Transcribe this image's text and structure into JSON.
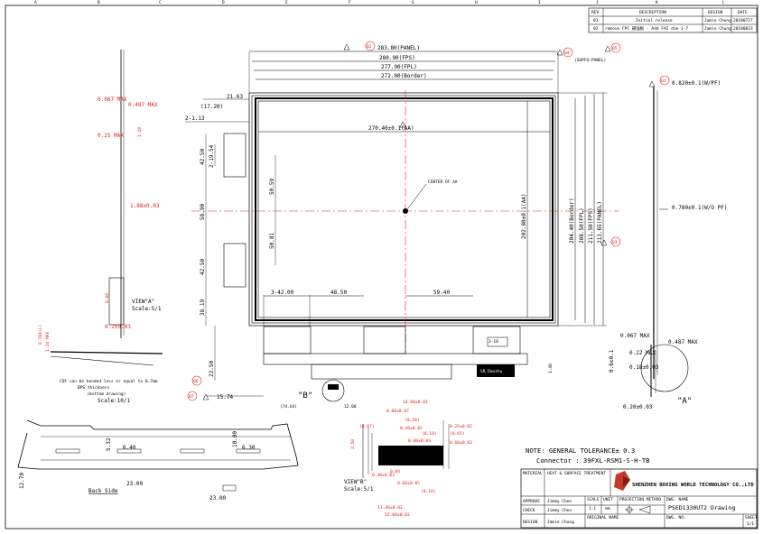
{
  "border": {
    "top_letters": [
      "A",
      "B",
      "C",
      "D",
      "E",
      "F",
      "G",
      "H",
      "I",
      "J",
      "K",
      "L"
    ]
  },
  "revision": {
    "headers": [
      "REV.",
      "DESCRIPTION",
      "DESIGN",
      "DATE"
    ],
    "rows": [
      {
        "rev": "01",
        "desc": "Initial release",
        "design": "Jamie Chung",
        "date": "20180727"
      },
      {
        "rev": "02",
        "desc": "remove FPC 補強板 - Add FAI dim 1-7",
        "design": "Jamie Chung",
        "date": "20180823"
      }
    ]
  },
  "top_dims": {
    "panel": "283.80(PANEL)",
    "fps": "280.90(FPS)",
    "fpl": "277.90(FPL)",
    "border": "272.00(Border)",
    "aa": "270.40±0.1(AA)",
    "tag_02": "02",
    "tag_04": "04",
    "tag_05": "05",
    "supfo": "(SUPFO-PANEL)"
  },
  "right_dims": {
    "border": "204.40(Border)",
    "fpl": "208.50(FPL)",
    "fps": "211.50(FPS)",
    "panel": "213.65(PANEL)",
    "aa": "202.80±0.1(AA)",
    "tag_03": "03",
    "tag_01": "01",
    "wpf": "0.820±0.1(W/PF)",
    "wopf": "0.780±0.1(W/O PF)"
  },
  "center_label": "CENTER OF AA",
  "left_dims": {
    "d2163": "21.63",
    "d1720": "(17.20)",
    "d2113": "2-1.13",
    "d4250a": "42.50",
    "d219": "2-19.54",
    "d5890": "58.90",
    "d5059": "50.59",
    "d5081": "50.81",
    "d4250b": "42.50",
    "d3819": "38.19",
    "d2350": "23.50",
    "d1574": "15.74",
    "tag_06": "06",
    "tag_07": "07"
  },
  "bottom_dims": {
    "d342": "3-42.00",
    "d4850": "48.50",
    "d5940": "59.40",
    "d318": "3-18",
    "d7464": "(74.64)",
    "d1200": "12.00",
    "d148": "1.48",
    "view_b": "\"B\"",
    "fpc_label": "SR Daozhu"
  },
  "side_view": {
    "d0067": "0.067 MAX",
    "d0487": "0.487 MAX",
    "d025": "0.25 MAX",
    "d118": "1.18",
    "d108": "1.08±0.03",
    "d06": "0.60",
    "d0202": "0.2±0.03",
    "view_a": "VIEW\"A\"",
    "scale_a": "Scale:5/1",
    "cof_note1": "COF can be bended less or equal to 0.7mm",
    "cof_note2": "BPS thickness",
    "cof_note3": "(bottom drawing)",
    "cof_scale": "Scale:10/1",
    "d0784": "0.784(L)",
    "d124": "1.24 MAX"
  },
  "detail_a": {
    "d0067": "0.067 MAX",
    "d0487": "0.487 MAX",
    "d022": "0.22 MAX",
    "d018": "0.18±0.03",
    "d06": "0.6±0.1",
    "d020": "0.20±0.03",
    "label": "\"A\""
  },
  "back_side": {
    "label": "Back Side",
    "d640": "6.40",
    "d630": "6.30",
    "d532": "5.32",
    "d1000": "10.00",
    "d1270": "12.70",
    "d2300a": "23.00",
    "d2300b": "23.00"
  },
  "view_b": {
    "label": "VIEW\"B\"",
    "scale": "Scale:5/1",
    "d1600": "16.00±0.03",
    "d060": "0.60±0.07",
    "d020": "(0.20)",
    "d007": "(0.07)",
    "d030": "0.30±0.02",
    "d010": "(0.10)",
    "d065": "(0.65)",
    "d040": "0.40±0.03",
    "d060b": "0.60±0.03",
    "d025": "0.25±0.02",
    "d060c": "0.60±0.05",
    "d030b": "0.30±0.03",
    "d004": "0.04",
    "d4600": "11.40±0.03",
    "d1200": "12.00±0.03",
    "d2500": "2.50"
  },
  "notes": {
    "tolerance": "NOTE: GENERAL TOLERANCE± 0.3",
    "connector": "Connector : 39FXL-RSM1-S-H-TB"
  },
  "title_block": {
    "material": "MATERIAL",
    "heat": "HEAT & SURFACE TREATMENT",
    "company": "SHENZHEN BOXING WORLD TECHNOLOGY CO.,LTD",
    "approve": "APPROVE",
    "approve_name": "Jimmy Chen",
    "check": "CHECK",
    "check_name": "Jimmy Chen",
    "design": "DESIGN",
    "design_name": "Jamie Chung",
    "scale_h": "SCALE",
    "scale_v": "1:1",
    "unit_h": "UNIT",
    "unit_v": "mm",
    "proj_h": "PROJECTION METHOD",
    "dwg_name_h": "DWG. NAME",
    "dwg_name": "PSED1330UT2 Drawing",
    "dwg_no_h": "DWG. NO.",
    "orig_h": "ORIGINAL NAME",
    "sheet_h": "SHEET",
    "sheet_v": "1/1"
  },
  "colors": {
    "line": "#000000",
    "center": "#e0201b"
  }
}
